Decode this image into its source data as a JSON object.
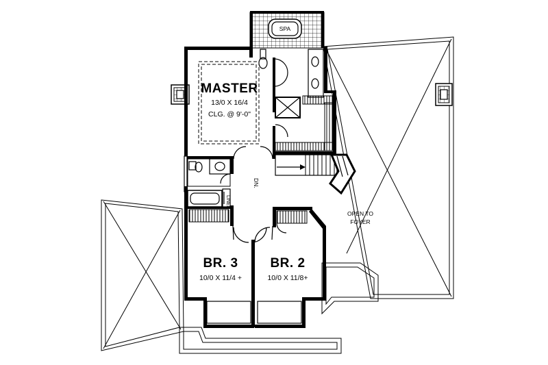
{
  "rooms": {
    "master": {
      "name": "MASTER",
      "dims": "13/0 X 16/4",
      "ceiling": "CLG. @ 9'-0\""
    },
    "br3": {
      "name": "BR. 3",
      "dims": "10/0 X 11/4 +"
    },
    "br2": {
      "name": "BR. 2",
      "dims": "10/0 X 11/8+"
    },
    "spa": {
      "name": "SPA"
    },
    "linen": {
      "name": "LINEN"
    }
  },
  "labels": {
    "stair_down": "DN.",
    "open_line1": "OPEN TO",
    "open_line2": "FOYER"
  }
}
